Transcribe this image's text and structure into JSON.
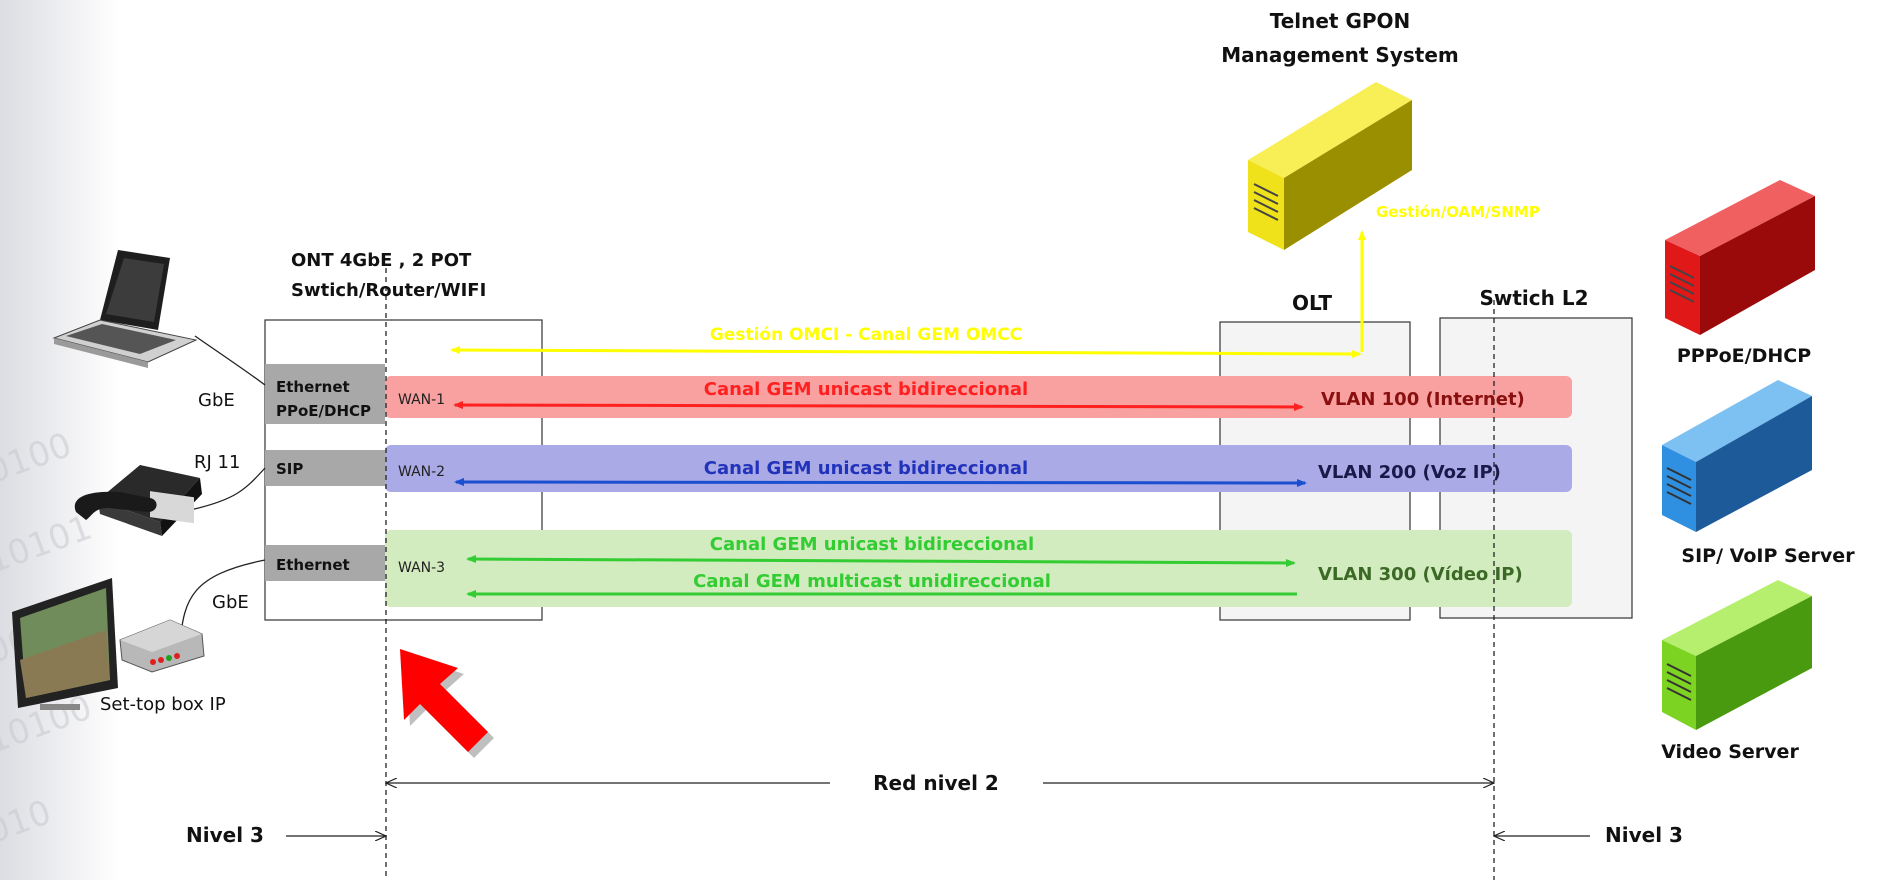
{
  "nms": {
    "title1": "Telnet GPON",
    "title2": "Management System",
    "link_label": "Gestión/OAM/SNMP"
  },
  "ont": {
    "title1": "ONT 4GbE , 2 POT",
    "title2": "Swtich/Router/WIFI",
    "ports": {
      "eth1_a": "Ethernet",
      "eth1_b": "PPoE/DHCP",
      "sip": "SIP",
      "eth2": "Ethernet"
    },
    "wans": [
      "WAN-1",
      "WAN-2",
      "WAN-3"
    ]
  },
  "olt": {
    "label": "OLT"
  },
  "switch": {
    "label": "Swtich L2"
  },
  "omci": {
    "label": "Gestión OMCI - Canal GEM OMCC"
  },
  "channels": {
    "c1": {
      "label": "Canal GEM unicast  bidireccional",
      "vlan": "VLAN 100 (Internet)"
    },
    "c2": {
      "label": "Canal GEM unicast  bidireccional",
      "vlan": "VLAN 200 (Voz IP)"
    },
    "c3": {
      "label_uni": "Canal GEM unicast bidireccional",
      "label_multi": "Canal GEM multicast unidireccional",
      "vlan": "VLAN 300 (Vídeo IP)"
    }
  },
  "left": {
    "gbe1": "GbE",
    "rj11": "RJ 11",
    "gbe2": "GbE",
    "stb": "Set-top box IP"
  },
  "servers": {
    "s1": "PPPoE/DHCP",
    "s2": "SIP/ VoIP  Server",
    "s3": "Video Server"
  },
  "bottom": {
    "nivel3_left": "Nivel 3",
    "red2": "Red nivel 2",
    "nivel3_right": "Nivel 3"
  },
  "colors": {
    "yellow": "#ffff00",
    "red": "#ff2020",
    "blue": "#1a4fd0",
    "green": "#33cc33",
    "server_red": "#e01818",
    "server_blue": "#2f8fe0",
    "server_green": "#7dd321",
    "nms_yellow": "#f0e21a"
  }
}
